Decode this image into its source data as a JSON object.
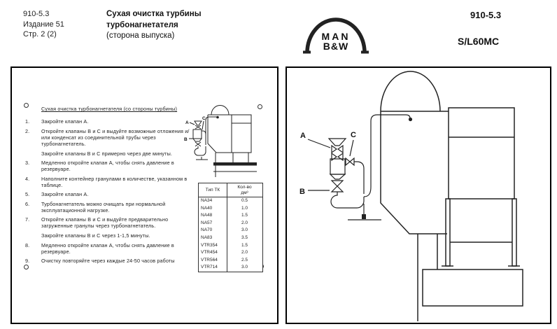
{
  "header": {
    "doc_number": "910-5.3",
    "edition": "Издание 51",
    "page_label": "Стр. 2 (2)",
    "title_line1": "Сухая очистка турбины",
    "title_line2": "турбонагнетателя",
    "title_line3": "(сторона выпуска)",
    "logo_line1": "MAN",
    "logo_line2": "B&W",
    "right_doc_number": "910-5.3",
    "engine_model": "S/L60MC"
  },
  "left_panel": {
    "heading": "Сухая очистка турбонагнетателя (со стороны турбины)",
    "steps": [
      {
        "num": "1.",
        "text": "Закройте клапан А."
      },
      {
        "num": "2.",
        "text": "Откройте клапаны В и С и выдуйте возможные отложения и/или конденсат из соединительной трубы через турбонагнетатель.",
        "sub": "Закройте клапаны В и С примерно через две минуты."
      },
      {
        "num": "3.",
        "text": "Медленно откройте клапан А, чтобы снять давление в резервуаре."
      },
      {
        "num": "4.",
        "text": "Наполните контейнер гранулами в количестве, указанном в таблице."
      },
      {
        "num": "5.",
        "text": "Закройте клапан А."
      },
      {
        "num": "6.",
        "text": "Турбонагнетатель можно очищать при нормальной эксплуатационной нагрузке."
      },
      {
        "num": "7.",
        "text": "Откройте клапаны В и С и выдуйте предварительно загруженные гранулы через турбонагнетатель.",
        "sub": "Закройте клапаны В и С через 1-1,5 минуты."
      },
      {
        "num": "8.",
        "text": "Медленно откройте клапан А, чтобы снять давление в резервуаре."
      },
      {
        "num": "9.",
        "text": "Очистку повторяйте через каждые 24-50 часов работы"
      }
    ],
    "table": {
      "col1_header": "Тип ТК",
      "col2_header_line1": "Кол-во",
      "col2_header_line2": "дм³",
      "rows": [
        {
          "type": "NA34",
          "qty": "0.5"
        },
        {
          "type": "NA40",
          "qty": "1.0"
        },
        {
          "type": "NA48",
          "qty": "1.5"
        },
        {
          "type": "NA57",
          "qty": "2.0"
        },
        {
          "type": "NA70",
          "qty": "3.0"
        },
        {
          "type": "NA83",
          "qty": "3.5"
        },
        {
          "type": "VTR354",
          "qty": "1.5"
        },
        {
          "type": "VTR454",
          "qty": "2.0"
        },
        {
          "type": "VTR564",
          "qty": "2.5"
        },
        {
          "type": "VTR714",
          "qty": "3.0"
        }
      ]
    },
    "valve_labels": {
      "a": "A",
      "b": "B",
      "c": "C"
    }
  },
  "right_panel": {
    "valve_labels": {
      "a": "A",
      "b": "B",
      "c": "C"
    }
  }
}
